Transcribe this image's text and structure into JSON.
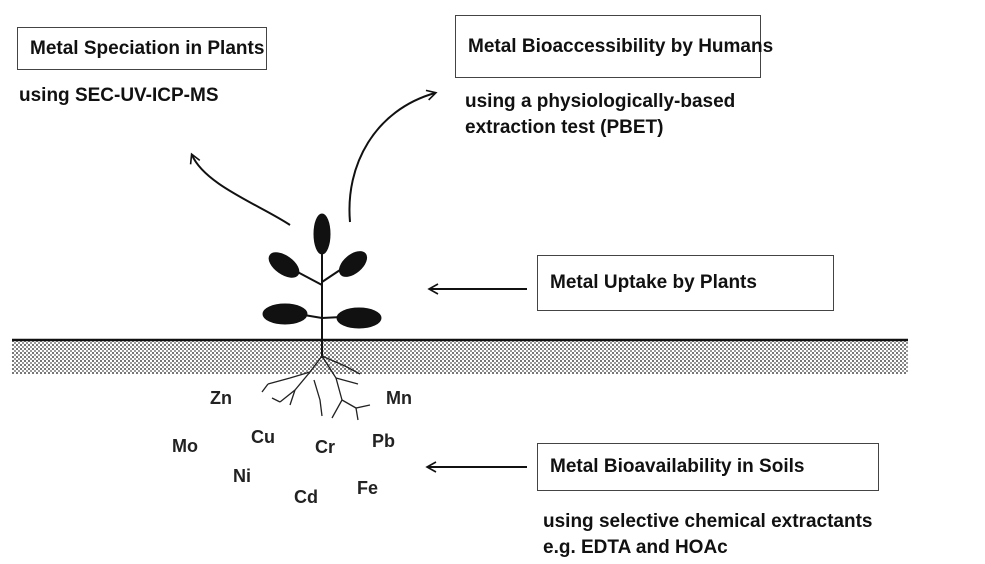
{
  "boxes": {
    "speciation": "Metal Speciation in Plants",
    "bioaccessibility": "Metal Bioaccessibility by Humans",
    "uptake": "Metal Uptake by Plants",
    "bioavailability": "Metal Bioavailability in Soils"
  },
  "notes": {
    "speciation": "using SEC-UV-ICP-MS",
    "bioaccessibility_1": "using a physiologically-based",
    "bioaccessibility_2": "extraction test (PBET)",
    "bioavailability_1": "using selective chemical extractants",
    "bioavailability_2": "e.g. EDTA and HOAc"
  },
  "metals": {
    "zn": "Zn",
    "mn": "Mn",
    "mo": "Mo",
    "cu": "Cu",
    "cr": "Cr",
    "pb": "Pb",
    "ni": "Ni",
    "cd": "Cd",
    "fe": "Fe"
  }
}
